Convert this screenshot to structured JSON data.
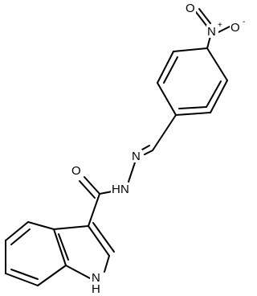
{
  "diagram": {
    "type": "chemical-structure",
    "atoms": {
      "o_nitro_top": "O",
      "n_nitro": "N",
      "n_nitro_charge": "+",
      "o_nitro_right": "O",
      "o_nitro_right_charge": "-",
      "n_imine": "N",
      "o_carbonyl": "O",
      "n_amide_h": "H",
      "n_amide": "N",
      "n_indole_h": "H",
      "n_indole": "N"
    }
  }
}
